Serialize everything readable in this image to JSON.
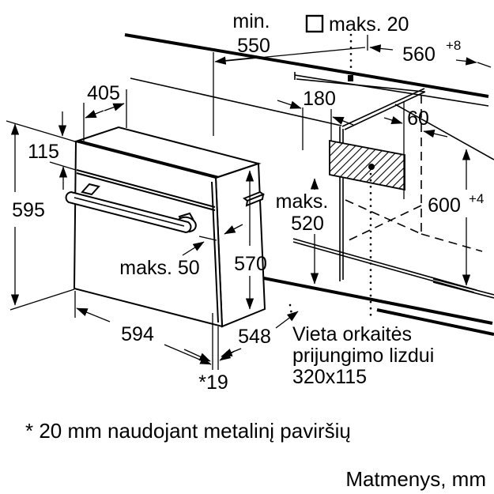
{
  "labels": {
    "min_label": "min.",
    "min_value": "550",
    "hob_gap": "maks. 20",
    "niche_width": "560",
    "niche_width_tol": "+8",
    "top_depth": "405",
    "panel_height": "115",
    "oven_height": "595",
    "socket_dist_side": "180",
    "socket_dist_top": "60",
    "niche_height": "600",
    "niche_height_tol": "+4",
    "max_label": "maks.",
    "max_value": "520",
    "door_depth": "570",
    "handle_max": "maks. 50",
    "oven_width": "594",
    "oven_depth": "548",
    "plinth_offset": "*19",
    "socket_note_1": "Vieta orkaitės",
    "socket_note_2": "prijungimo lizdui",
    "socket_note_3": "320x115",
    "footnote": "* 20 mm naudojant metalinį paviršių",
    "units_note": "Matmenys, mm"
  },
  "colors": {
    "line": "#000000",
    "background": "#ffffff"
  }
}
